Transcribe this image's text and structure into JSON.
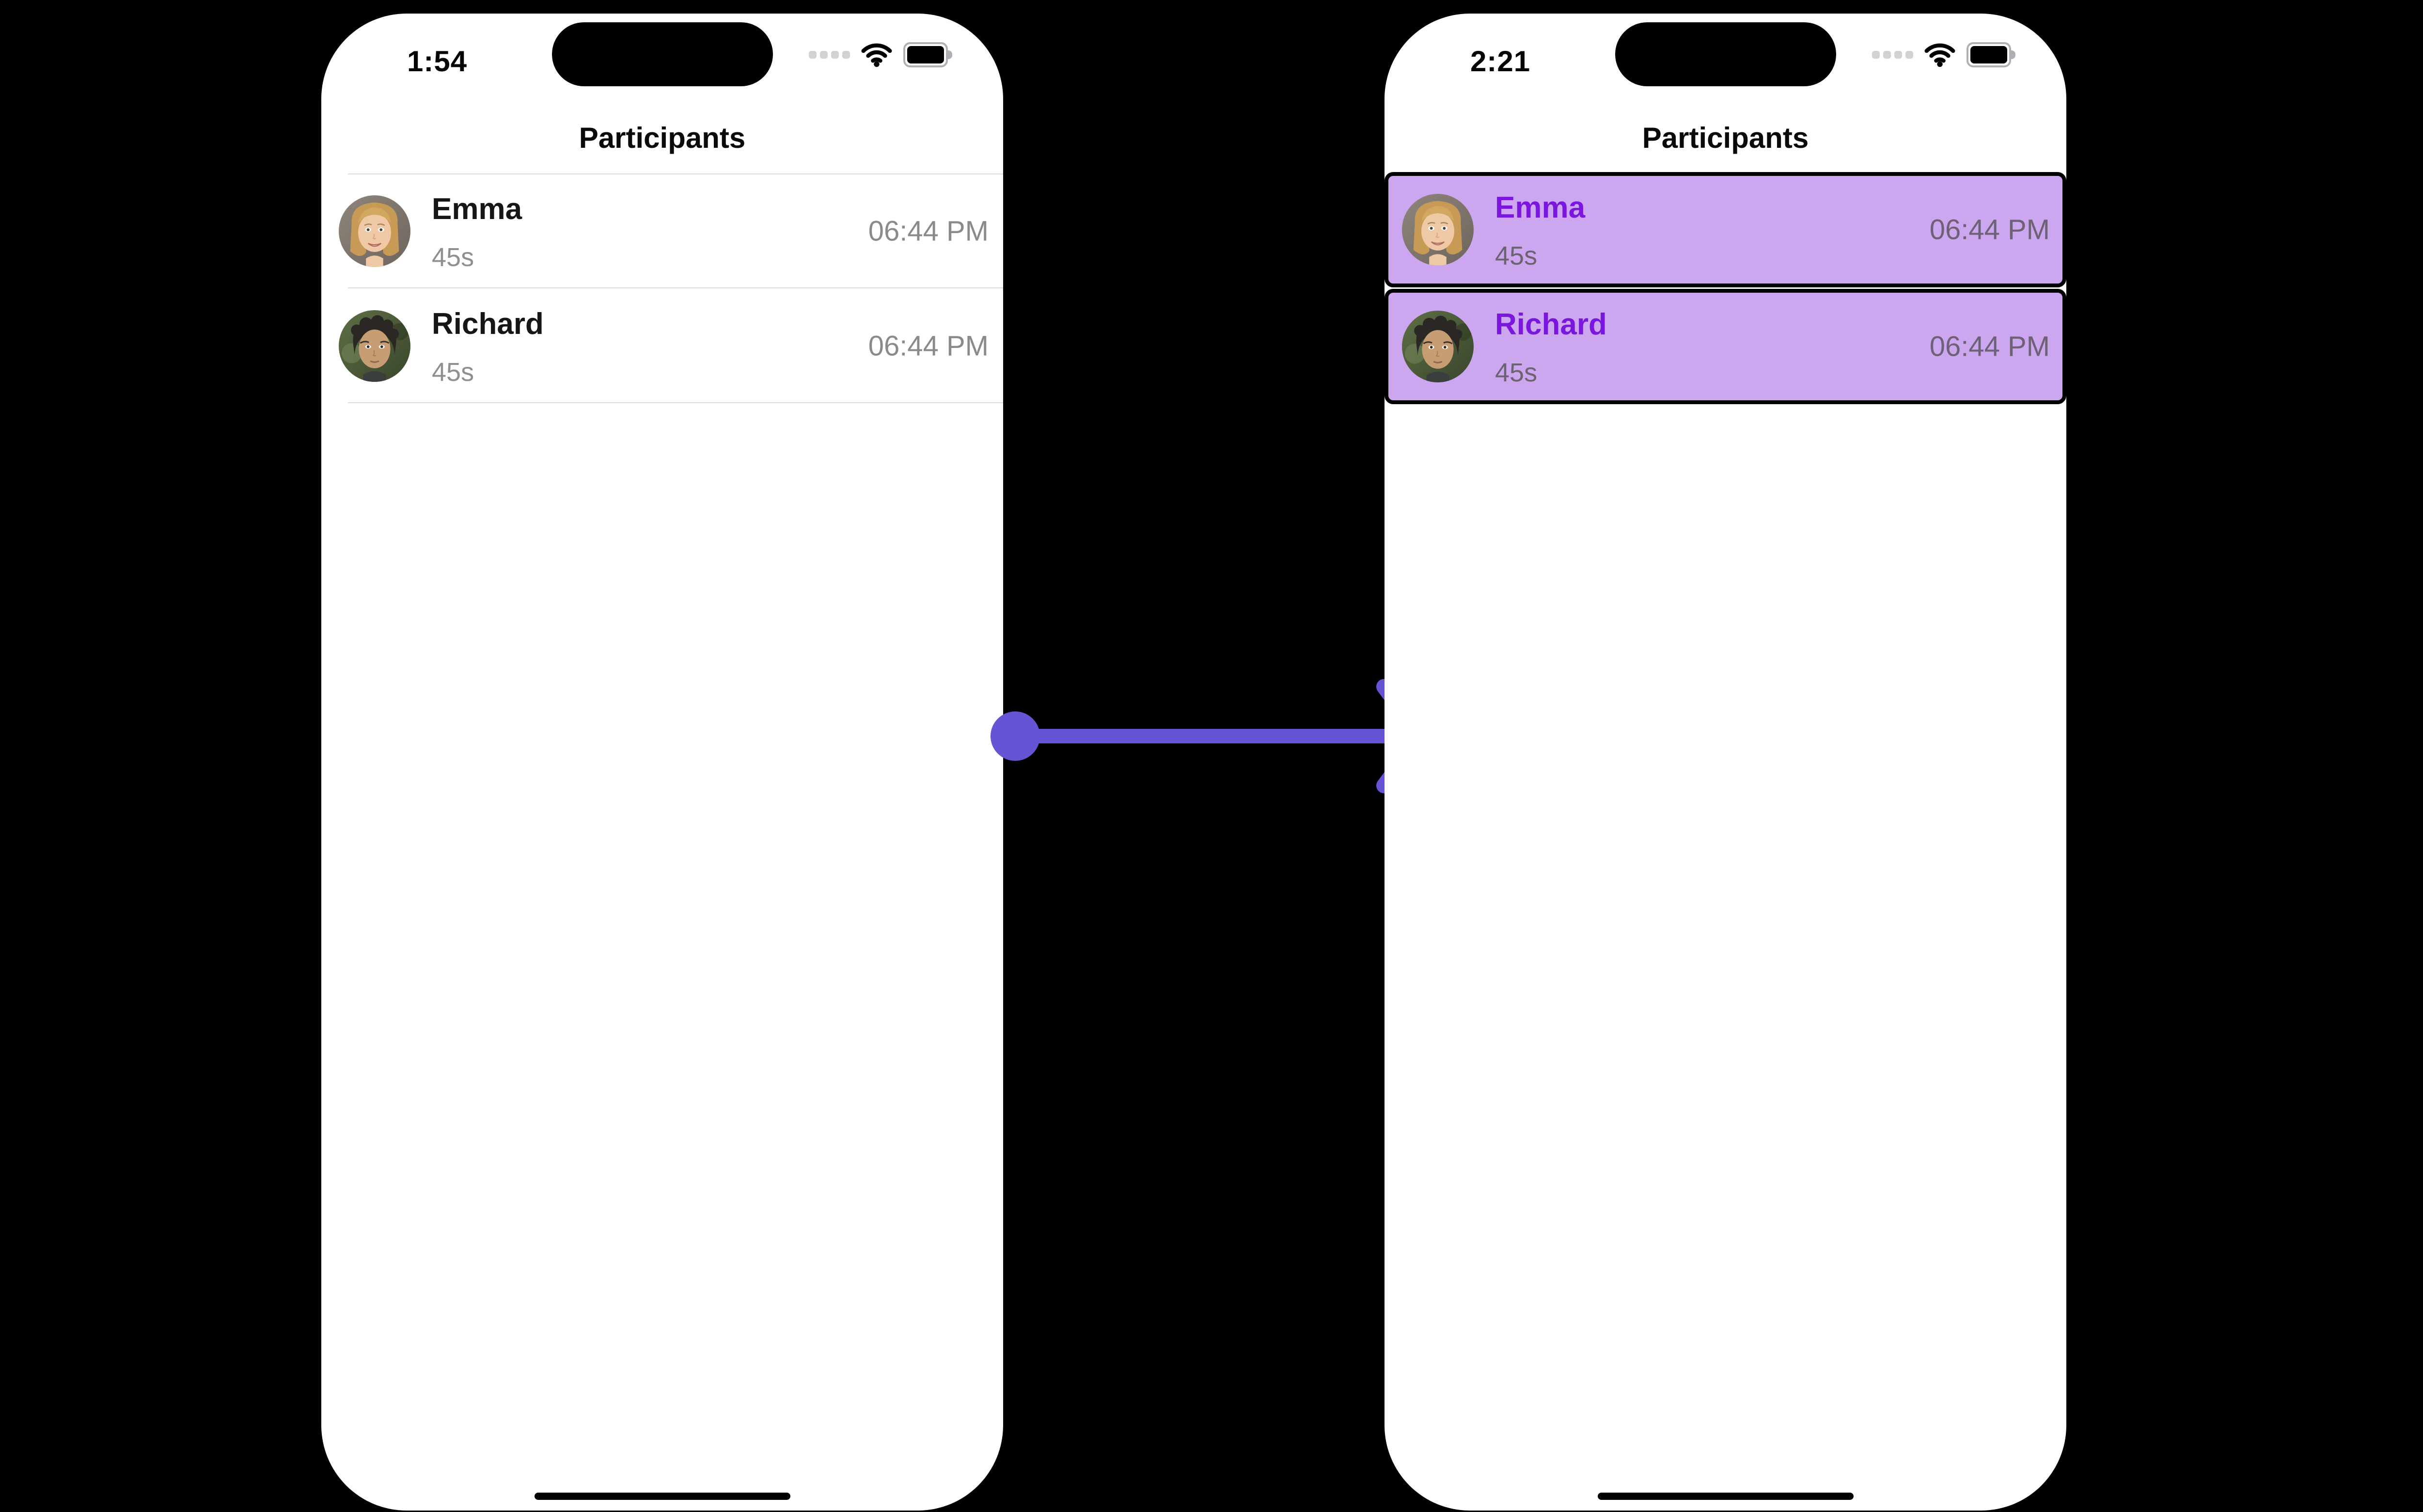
{
  "colors": {
    "page_background": "#000000",
    "arrow_accent": "#6554D6",
    "highlight_fill": "#CDA6F0",
    "highlight_border": "#000000",
    "highlight_name_text": "#7B16DF",
    "muted_text_plain": "#8E8E93",
    "muted_text_highlight": "#6B6470"
  },
  "phone_before": {
    "status_time": "1:54",
    "nav_title": "Participants",
    "rows": [
      {
        "name": "Emma",
        "duration": "45s",
        "time": "06:44 PM"
      },
      {
        "name": "Richard",
        "duration": "45s",
        "time": "06:44 PM"
      }
    ]
  },
  "phone_after": {
    "status_time": "2:21",
    "nav_title": "Participants",
    "rows": [
      {
        "name": "Emma",
        "duration": "45s",
        "time": "06:44 PM"
      },
      {
        "name": "Richard",
        "duration": "45s",
        "time": "06:44 PM"
      }
    ]
  }
}
